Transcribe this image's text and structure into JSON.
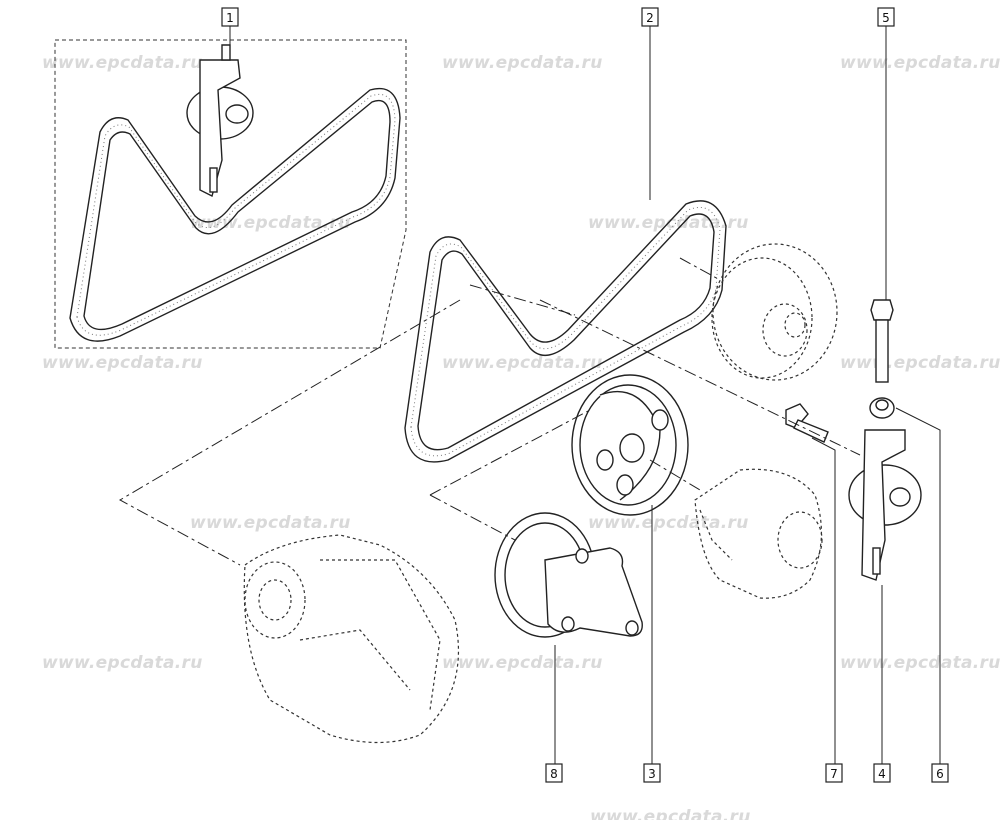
{
  "watermark": "www.epcdata.ru",
  "callouts": [
    {
      "id": "1",
      "label": "1"
    },
    {
      "id": "2",
      "label": "2"
    },
    {
      "id": "3",
      "label": "3"
    },
    {
      "id": "4",
      "label": "4"
    },
    {
      "id": "5",
      "label": "5"
    },
    {
      "id": "6",
      "label": "6"
    },
    {
      "id": "7",
      "label": "7"
    },
    {
      "id": "8",
      "label": "8"
    }
  ]
}
